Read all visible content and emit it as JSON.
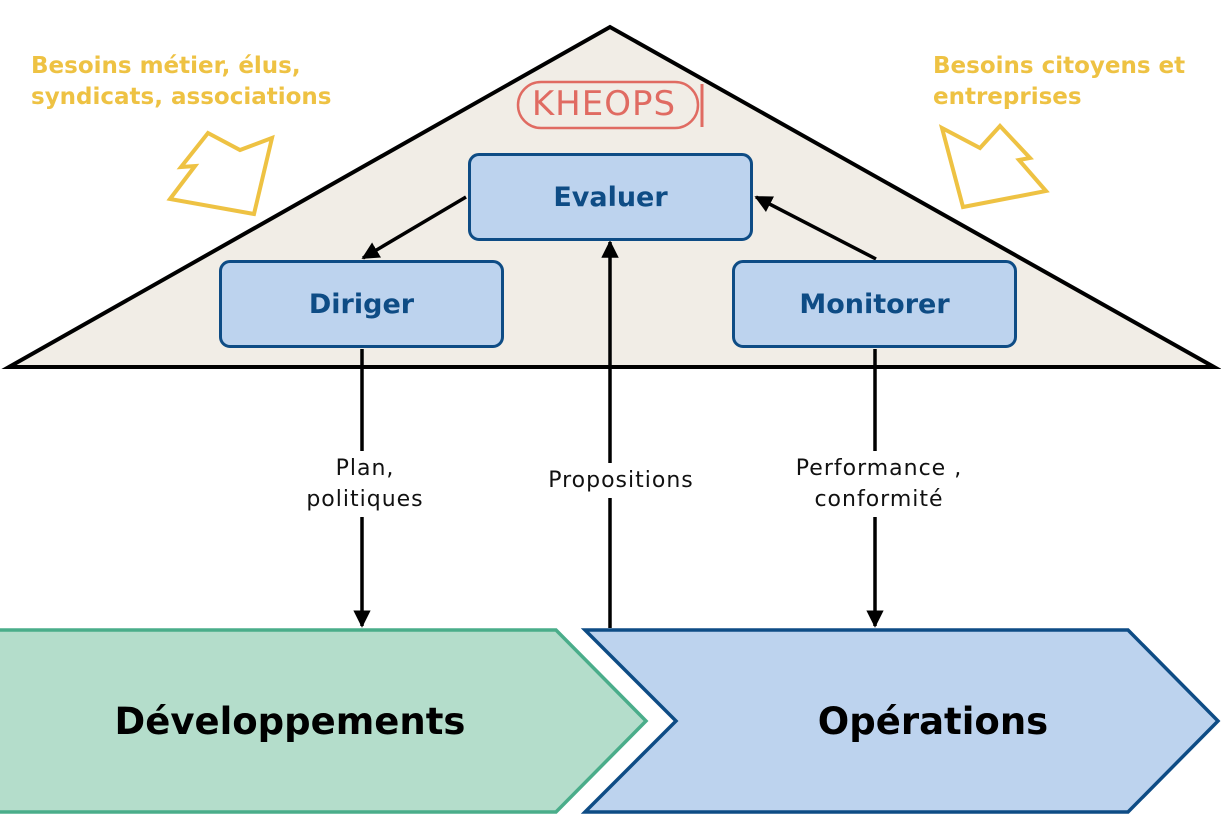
{
  "roof": {
    "logo_text": "KHEOPS",
    "boxes": {
      "evaluer": "Evaluer",
      "diriger": "Diriger",
      "monitorer": "Monitorer"
    }
  },
  "needs": {
    "left": "Besoins métier, élus, syndicats, associations",
    "right": "Besoins citoyens et entreprises"
  },
  "edge_labels": {
    "plan": "Plan, politiques",
    "propositions": "Propositions",
    "performance": "Performance , conformité"
  },
  "flows": {
    "developpements": "Développements",
    "operations": "Opérations"
  },
  "colors": {
    "roof_fill": "#f1ede6",
    "box_fill": "#bdd3ee",
    "box_border": "#0e4c85",
    "needs_yellow": "#eec243",
    "logo_red": "#e06b62",
    "dev_fill": "#b4ddcb",
    "dev_border": "#4aad8a",
    "ops_fill": "#bdd3ee",
    "ops_border": "#0e4c85"
  }
}
